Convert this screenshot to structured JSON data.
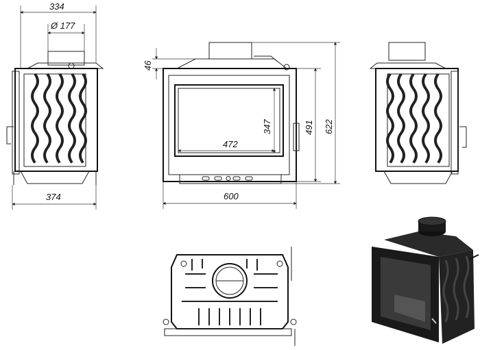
{
  "dimensions": {
    "side_depth_top": "334",
    "flue_diameter": "Ø 177",
    "side_depth_bottom": "374",
    "top_offset": "46",
    "glass_height": "347",
    "glass_width": "472",
    "door_height": "491",
    "total_height": "622",
    "total_width": "600"
  },
  "colors": {
    "line": "#222222",
    "render_body": "#1a1a1a",
    "render_glass": "#3a3a3a"
  }
}
